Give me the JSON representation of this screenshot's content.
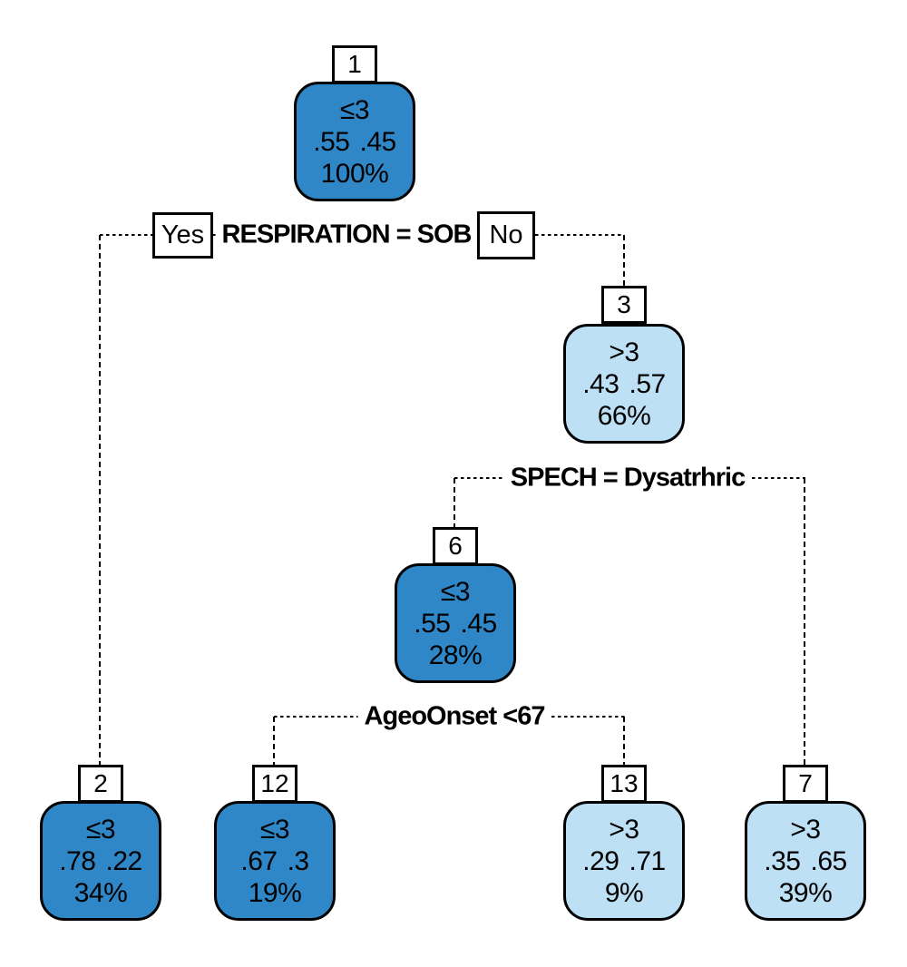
{
  "diagram": {
    "type": "decision-tree",
    "colors": {
      "node_dark": "#2F87C7",
      "node_light": "#BEE0F5",
      "line": "#000000",
      "background": "#ffffff"
    },
    "branch_labels": {
      "yes": "Yes",
      "no": "No"
    },
    "splits": [
      {
        "label": "RESPIRATION = SOB"
      },
      {
        "label": "SPECH = Dysatrhric"
      },
      {
        "label": "AgeoOnset <67"
      }
    ],
    "nodes": [
      {
        "id": "1",
        "pred": "≤3",
        "p1": ".55",
        "p2": ".45",
        "pct": "100%",
        "shade": "dark"
      },
      {
        "id": "2",
        "pred": "≤3",
        "p1": ".78",
        "p2": ".22",
        "pct": "34%",
        "shade": "dark"
      },
      {
        "id": "3",
        "pred": ">3",
        "p1": ".43",
        "p2": ".57",
        "pct": "66%",
        "shade": "light"
      },
      {
        "id": "6",
        "pred": "≤3",
        "p1": ".55",
        "p2": ".45",
        "pct": "28%",
        "shade": "dark"
      },
      {
        "id": "12",
        "pred": "≤3",
        "p1": ".67",
        "p2": ".3",
        "pct": "19%",
        "shade": "dark"
      },
      {
        "id": "13",
        "pred": ">3",
        "p1": ".29",
        "p2": ".71",
        "pct": "9%",
        "shade": "light"
      },
      {
        "id": "7",
        "pred": ">3",
        "p1": ".35",
        "p2": ".65",
        "pct": "39%",
        "shade": "light"
      }
    ]
  }
}
